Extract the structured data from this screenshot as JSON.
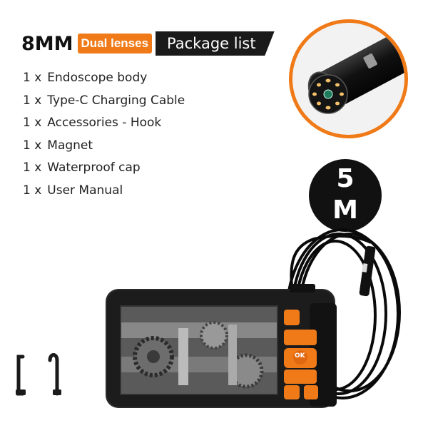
{
  "header": {
    "size": "8MM",
    "badge": "Dual lenses",
    "title": "Package list"
  },
  "items": [
    {
      "qty": "1 x",
      "name": "Endoscope body"
    },
    {
      "qty": "1 x",
      "name": "Type-C Charging Cable"
    },
    {
      "qty": "1 x",
      "name": "Accessories - Hook"
    },
    {
      "qty": "1 x",
      "name": "Magnet"
    },
    {
      "qty": "1 x",
      "name": "Waterproof cap"
    },
    {
      "qty": "1 x",
      "name": "User Manual"
    }
  ],
  "resolution": {
    "line1": "5",
    "line2": "M"
  },
  "device_buttons": {
    "ok": "OK"
  },
  "colors": {
    "accent": "#f07a18",
    "dark": "#1a1a1a",
    "body": "#2b2b2b"
  }
}
